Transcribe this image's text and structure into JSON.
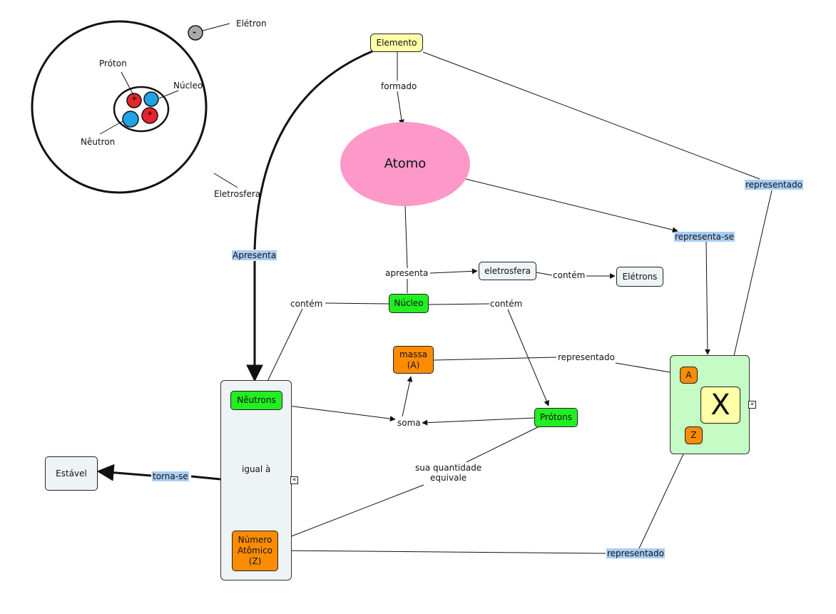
{
  "atom_illustration": {
    "electron_label": "Elétron",
    "electron_sign": "-",
    "proton_label": "Próton",
    "nucleus_label": "Núcleo",
    "neutron_label": "Nêutron",
    "eletrosfera_label": "Eletrosfera",
    "proton_sign": "+"
  },
  "nodes": {
    "elemento": "Elemento",
    "atomo": "Atomo",
    "nucleo": "Núcleo",
    "eletrosfera": "eletrosfera",
    "eletrons": "Elétrons",
    "massa": "massa\n(A)",
    "neutrons": "Nêutrons",
    "protons": "Prótons",
    "igual": "igual à",
    "numero_atomico": "Número\nAtômico\n(Z)",
    "estavel": "Estável",
    "symbol_a": "A",
    "symbol_x": "X",
    "symbol_z": "Z",
    "soma": "soma"
  },
  "links": {
    "formado": "formado",
    "apresenta_upper": "Apresenta",
    "apresenta": "apresenta",
    "contem_left": "contém",
    "contem_right": "contém",
    "contem_eletrosfera": "contém",
    "representa_se": "representa-se",
    "representado_top": "representado",
    "representado_massa": "representado",
    "representado_bottom": "representado",
    "torna_se": "torna-se",
    "sua_quantidade": "sua quantidade\nequivale"
  },
  "colors": {
    "elemento_fill": "#ffffa8",
    "atomo_fill": "#fd99c9",
    "green": "#22ee22",
    "orange": "#fb8c00",
    "light_box": "#eef3f6",
    "x_panel": "#c5fbc4",
    "link_highlight": "#a9cdf3",
    "proton_red": "#e8232a",
    "neutron_blue": "#1fa3e6"
  }
}
